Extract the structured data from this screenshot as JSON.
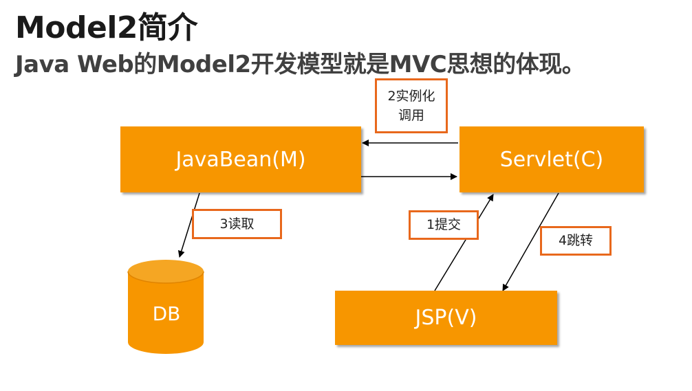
{
  "slide": {
    "title": "Model2简介",
    "subtitle": "Java Web的Model2开发模型就是MVC思想的体现。"
  },
  "diagram": {
    "nodes": {
      "javabean": "JavaBean(M)",
      "servlet": "Servlet(C)",
      "jsp": "JSP(V)",
      "db": "DB"
    },
    "labels": {
      "instantiate": {
        "line1": "2实例化",
        "line2": "调用"
      },
      "read": "3读取",
      "submit": "1提交",
      "forward": "4跳转"
    },
    "colors": {
      "node_fill": "#f79600",
      "label_border": "#e8681c",
      "arrow": "#000000"
    }
  }
}
